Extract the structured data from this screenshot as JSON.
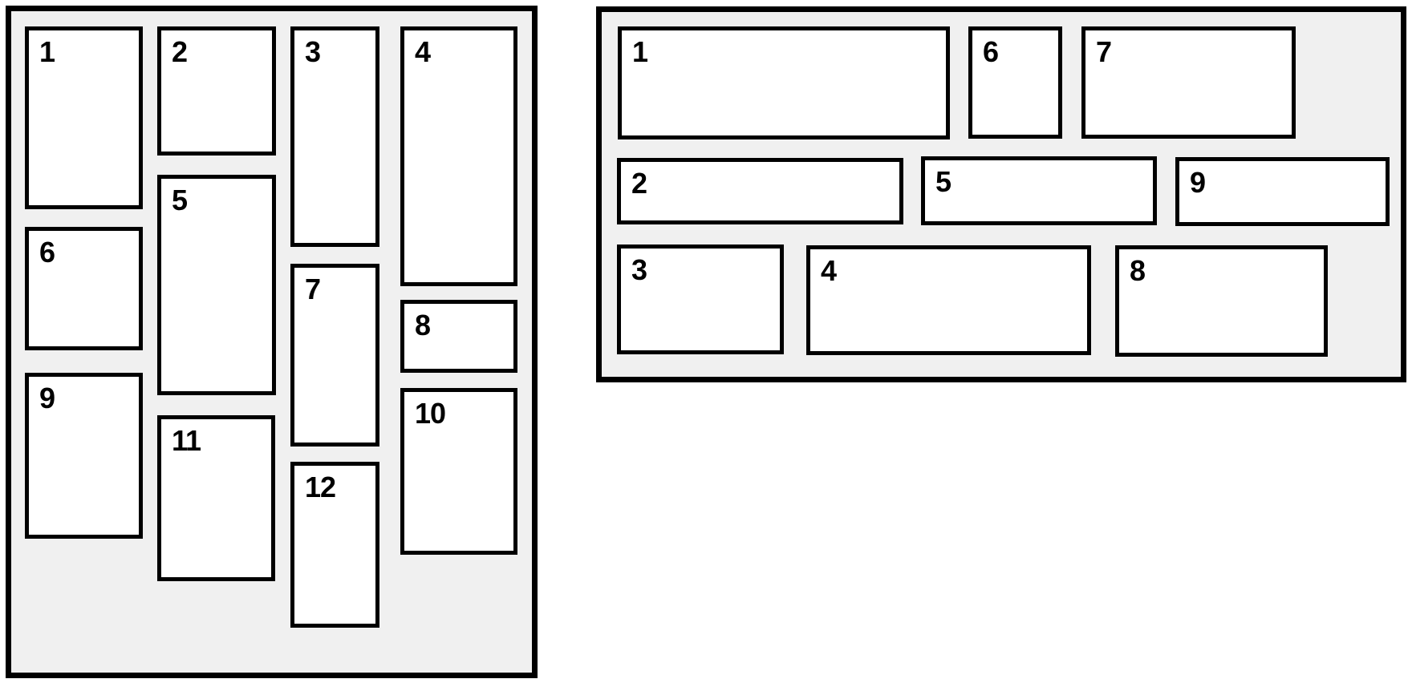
{
  "colors": {
    "panel_background": "#f0f0f0",
    "box_background": "#ffffff",
    "line": "#000000"
  },
  "left_panel": {
    "items": [
      {
        "label": "1"
      },
      {
        "label": "2"
      },
      {
        "label": "3"
      },
      {
        "label": "4"
      },
      {
        "label": "5"
      },
      {
        "label": "6"
      },
      {
        "label": "7"
      },
      {
        "label": "8"
      },
      {
        "label": "9"
      },
      {
        "label": "10"
      },
      {
        "label": "11"
      },
      {
        "label": "12"
      }
    ]
  },
  "right_panel": {
    "items": [
      {
        "label": "1"
      },
      {
        "label": "2"
      },
      {
        "label": "3"
      },
      {
        "label": "4"
      },
      {
        "label": "5"
      },
      {
        "label": "6"
      },
      {
        "label": "7"
      },
      {
        "label": "8"
      },
      {
        "label": "9"
      }
    ]
  }
}
